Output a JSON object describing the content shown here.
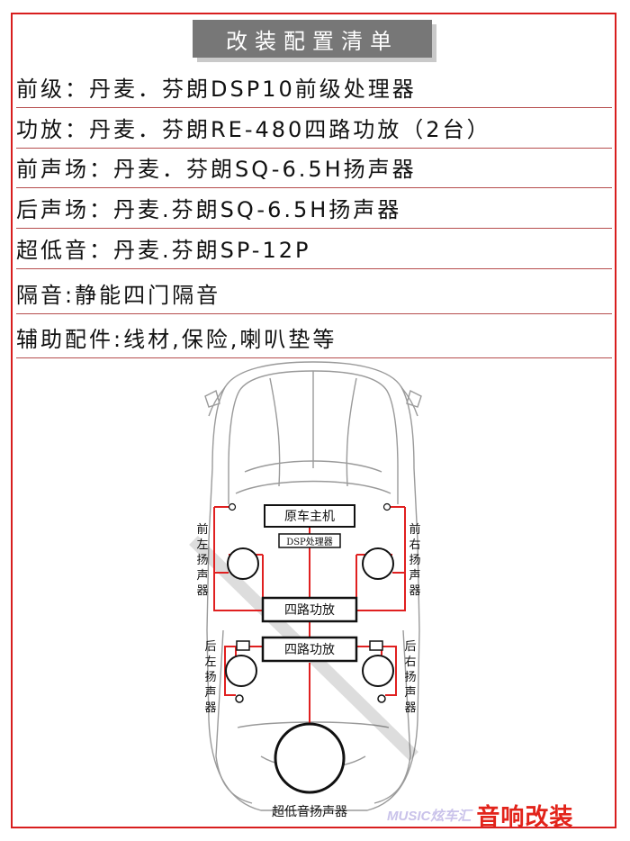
{
  "header": {
    "title": "改装配置清单"
  },
  "config_list": [
    {
      "label": "前级：丹麦．芬朗DSP10前级处理器"
    },
    {
      "label": "功放：丹麦．芬朗RE-480四路功放（2台）"
    },
    {
      "label": "前声场：丹麦．芬朗SQ-6.5H扬声器"
    },
    {
      "label": "后声场：丹麦.芬朗SQ-6.5H扬声器"
    },
    {
      "label": "超低音：丹麦.芬朗SP-12P"
    },
    {
      "label": "隔音:静能四门隔音"
    },
    {
      "label": "辅助配件:线材,保险,喇叭垫等"
    }
  ],
  "diagram": {
    "head_unit": "原车主机",
    "dsp": "DSP处理器",
    "amp_1": "四路功放",
    "amp_2": "四路功放",
    "front_left": [
      "前",
      "左",
      "扬",
      "声",
      "器"
    ],
    "front_right": [
      "前",
      "右",
      "扬",
      "声",
      "器"
    ],
    "rear_left": [
      "后",
      "左",
      "扬",
      "声",
      "器"
    ],
    "rear_right": [
      "后",
      "右",
      "扬",
      "声",
      "器"
    ],
    "subwoofer": "超低音扬声器"
  },
  "branding": {
    "logo_en": "MUSIC炫车汇",
    "logo_cn": "音响改装"
  },
  "colors": {
    "accent": "#d81e1e",
    "title_bg": "#777777",
    "wire": "#e02020"
  }
}
